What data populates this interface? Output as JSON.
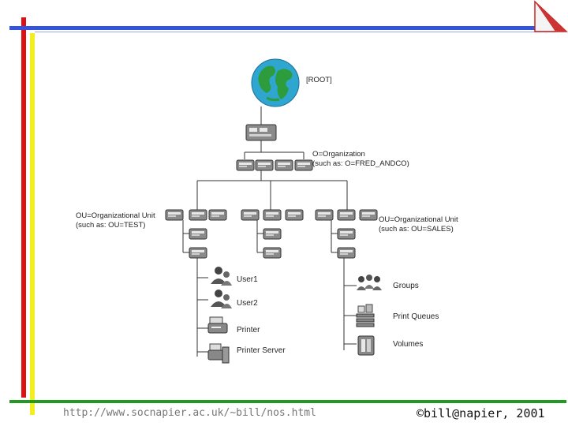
{
  "slide": {
    "colors": {
      "red": "#dd1111",
      "yellow": "#f2ee22",
      "blue": "#3355dd",
      "green": "#229922"
    }
  },
  "diagram": {
    "root_label": "[ROOT]",
    "org_label": "O=Organization",
    "org_example": "(such as: O=FRED_ANDCO)",
    "ou_left_label": "OU=Organizational Unit",
    "ou_left_example": "(such as: OU=TEST)",
    "ou_right_label": "OU=Organizational Unit",
    "ou_right_example": "(such as: OU=SALES)",
    "left_leaves": [
      {
        "label": "User1",
        "icon": "user-icon"
      },
      {
        "label": "User2",
        "icon": "user-icon"
      },
      {
        "label": "Printer",
        "icon": "printer-icon"
      },
      {
        "label": "Printer Server",
        "icon": "printer-server-icon"
      }
    ],
    "right_leaves": [
      {
        "label": "Groups",
        "icon": "group-icon"
      },
      {
        "label": "Print Queues",
        "icon": "print-queue-icon"
      },
      {
        "label": "Volumes",
        "icon": "volume-icon"
      }
    ]
  },
  "footer": {
    "url": "http://www.socnapier.ac.uk/~bill/nos.html",
    "copyright": "©bill@napier, 2001"
  }
}
